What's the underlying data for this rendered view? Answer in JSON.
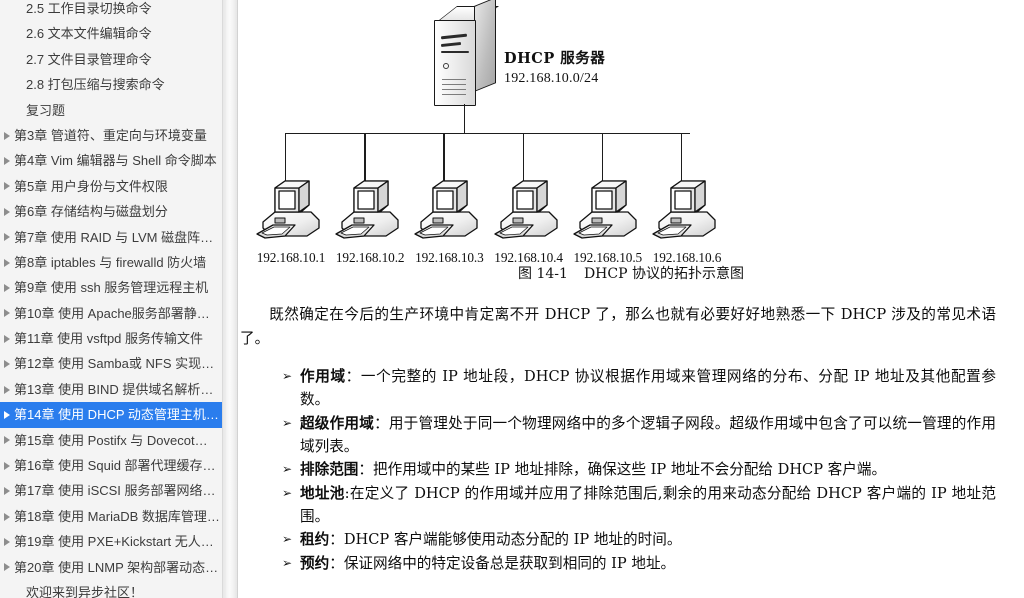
{
  "sidebar": {
    "items": [
      {
        "label": "2.5  工作目录切换命令",
        "type": "sub",
        "expandable": false,
        "selected": false
      },
      {
        "label": "2.6  文本文件编辑命令",
        "type": "sub",
        "expandable": false,
        "selected": false
      },
      {
        "label": "2.7  文件目录管理命令",
        "type": "sub",
        "expandable": false,
        "selected": false
      },
      {
        "label": "2.8  打包压缩与搜索命令",
        "type": "sub",
        "expandable": false,
        "selected": false
      },
      {
        "label": "复习题",
        "type": "sub",
        "expandable": false,
        "selected": false
      },
      {
        "label": "第3章 管道符、重定向与环境变量",
        "type": "chapter",
        "expandable": true,
        "selected": false
      },
      {
        "label": "第4章 Vim 编辑器与 Shell 命令脚本",
        "type": "chapter",
        "expandable": true,
        "selected": false
      },
      {
        "label": "第5章 用户身份与文件权限",
        "type": "chapter",
        "expandable": true,
        "selected": false
      },
      {
        "label": "第6章 存储结构与磁盘划分",
        "type": "chapter",
        "expandable": true,
        "selected": false
      },
      {
        "label": "第7章 使用 RAID 与 LVM 磁盘阵…",
        "type": "chapter",
        "expandable": true,
        "selected": false
      },
      {
        "label": "第8章 iptables 与 firewalld 防火墙",
        "type": "chapter",
        "expandable": true,
        "selected": false
      },
      {
        "label": "第9章 使用 ssh 服务管理远程主机",
        "type": "chapter",
        "expandable": true,
        "selected": false
      },
      {
        "label": "第10章 使用 Apache服务部署静…",
        "type": "chapter",
        "expandable": true,
        "selected": false
      },
      {
        "label": "第11章 使用 vsftpd 服务传输文件",
        "type": "chapter",
        "expandable": true,
        "selected": false
      },
      {
        "label": "第12章 使用 Samba或 NFS 实现…",
        "type": "chapter",
        "expandable": true,
        "selected": false
      },
      {
        "label": "第13章 使用 BIND 提供域名解析…",
        "type": "chapter",
        "expandable": true,
        "selected": false
      },
      {
        "label": "第14章 使用 DHCP 动态管理主机…",
        "type": "chapter",
        "expandable": true,
        "selected": true
      },
      {
        "label": "第15章 使用 Postifx 与 Dovecot…",
        "type": "chapter",
        "expandable": true,
        "selected": false
      },
      {
        "label": "第16章 使用 Squid 部署代理缓存…",
        "type": "chapter",
        "expandable": true,
        "selected": false
      },
      {
        "label": "第17章 使用 iSCSI 服务部署网络…",
        "type": "chapter",
        "expandable": true,
        "selected": false
      },
      {
        "label": "第18章 使用 MariaDB 数据库管理…",
        "type": "chapter",
        "expandable": true,
        "selected": false
      },
      {
        "label": "第19章 使用 PXE+Kickstart 无人…",
        "type": "chapter",
        "expandable": true,
        "selected": false
      },
      {
        "label": "第20章 使用 LNMP 架构部署动态…",
        "type": "chapter",
        "expandable": true,
        "selected": false
      },
      {
        "label": "欢迎来到异步社区！",
        "type": "sub",
        "expandable": false,
        "selected": false
      }
    ],
    "selected_color": "#2a7ded",
    "background_color": "#f4f4f4"
  },
  "figure": {
    "server": {
      "name": "DHCP 服务器",
      "ip": "192.168.10.0/24"
    },
    "clients": [
      {
        "ip": "192.168.10.1"
      },
      {
        "ip": "192.168.10.2"
      },
      {
        "ip": "192.168.10.3"
      },
      {
        "ip": "192.168.10.4"
      },
      {
        "ip": "192.168.10.5"
      },
      {
        "ip": "192.168.10.6"
      }
    ],
    "caption_number": "图 14-1",
    "caption_text": "DHCP 协议的拓扑示意图"
  },
  "content": {
    "paragraph": "既然确定在今后的生产环境中肯定离不开 DHCP 了，那么也就有必要好好地熟悉一下 DHCP 涉及的常见术语了。",
    "bullets": [
      {
        "marker": "➢",
        "term": "作用域",
        "separator": "：",
        "text": "一个完整的 IP 地址段，DHCP 协议根据作用域来管理网络的分布、分配 IP 地址及其他配置参数。"
      },
      {
        "marker": "➢",
        "term": "超级作用域",
        "separator": "：",
        "text": "用于管理处于同一个物理网络中的多个逻辑子网段。超级作用域中包含了可以统一管理的作用域列表。"
      },
      {
        "marker": "➢",
        "term": "排除范围",
        "separator": "：",
        "text": "把作用域中的某些 IP 地址排除，确保这些 IP 地址不会分配给 DHCP 客户端。"
      },
      {
        "marker": "➢",
        "term": "地址池",
        "separator": ":",
        "text": "在定义了 DHCP 的作用域并应用了排除范围后,剩余的用来动态分配给 DHCP 客户端的 IP 地址范围。"
      },
      {
        "marker": "➢",
        "term": "租约",
        "separator": "：",
        "text": "DHCP 客户端能够使用动态分配的 IP 地址的时间。"
      },
      {
        "marker": "➢",
        "term": "预约",
        "separator": "：",
        "text": "保证网络中的特定设备总是获取到相同的 IP 地址。"
      }
    ]
  }
}
